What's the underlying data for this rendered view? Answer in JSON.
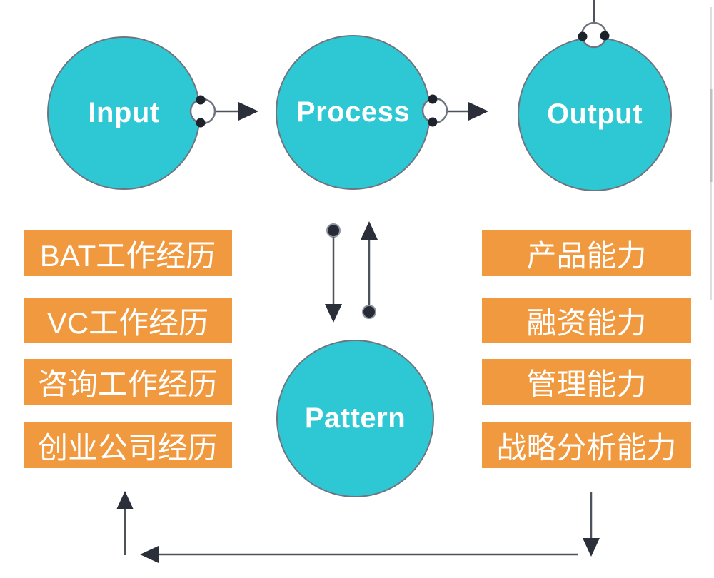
{
  "diagram": {
    "circles": [
      {
        "id": "input",
        "label": "Input"
      },
      {
        "id": "process",
        "label": "Process"
      },
      {
        "id": "output",
        "label": "Output"
      },
      {
        "id": "pattern",
        "label": "Pattern"
      }
    ],
    "input_items": [
      "BAT工作经历",
      "VC工作经历",
      "咨询工作经历",
      "创业公司经历"
    ],
    "output_items": [
      "产品能力",
      "融资能力",
      "管理能力",
      "战略分析能力"
    ],
    "icons": [
      "connection-port-circle",
      "arrow-right-icon",
      "arrow-down-icon",
      "arrow-up-icon",
      "arrow-left-icon",
      "endpoint-dot"
    ],
    "colors": {
      "circle_fill": "#2EC8D5",
      "circle_border": "#6E7480",
      "box_fill": "#F0993E",
      "label_text": "#FFFFFF",
      "arrow_line": "#4D525C",
      "arrow_head": "#2B2F3A",
      "connector_fill": "#FFFFFF",
      "connector_dot": "#1E222B",
      "arrow_dot": "#272B35",
      "arrow_dot_ring": "#9094A2"
    }
  }
}
